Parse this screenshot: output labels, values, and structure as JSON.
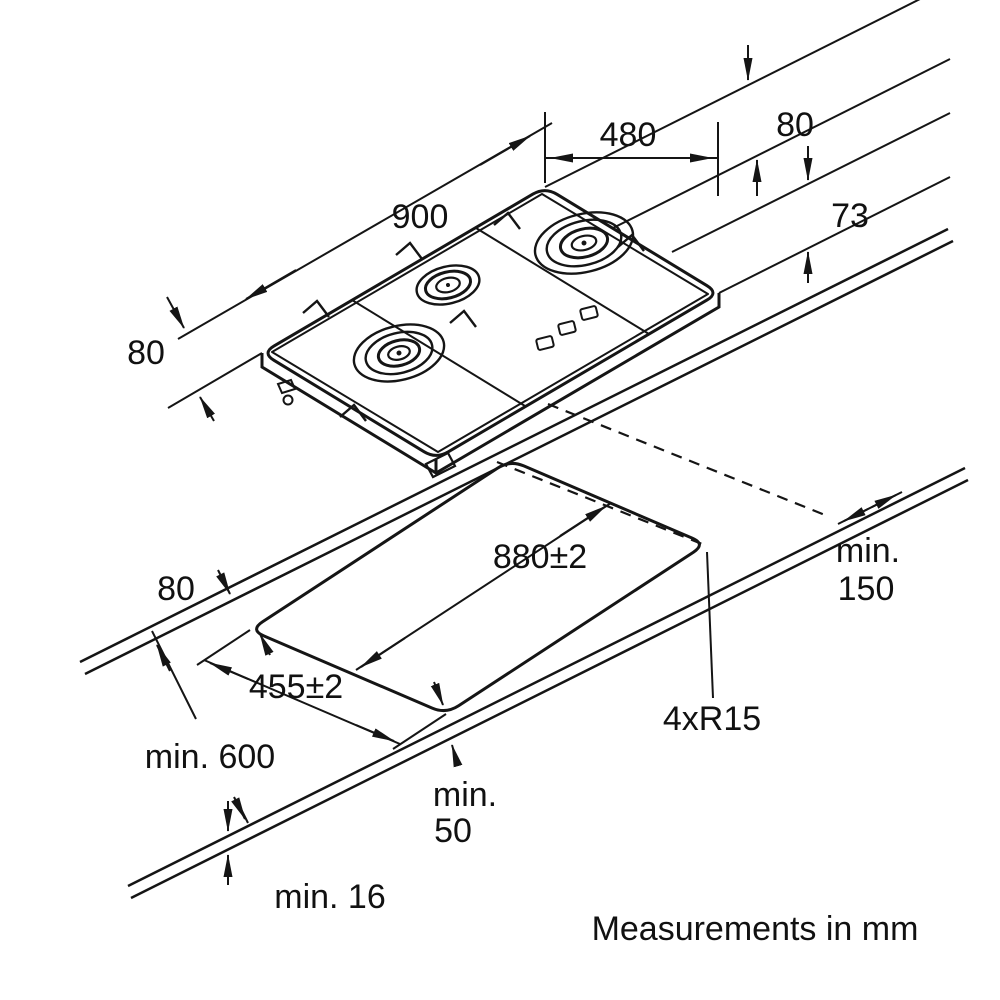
{
  "footer": {
    "note": "Measurements in mm"
  },
  "dimensions": {
    "hob_width": "900",
    "hob_depth": "480",
    "rear_edge_clearance": "80",
    "build_in_depth": "73",
    "left_clearance": "80",
    "back_gap": "80",
    "cutout_length": "880±2",
    "cutout_width": "455±2",
    "corner_radius": "4xR15",
    "right_min_label": "min.",
    "right_min_value": "150",
    "worktop_depth": "min. 600",
    "front_min_label": "min.",
    "front_min_value": "50",
    "worktop_thickness": "min. 16"
  }
}
